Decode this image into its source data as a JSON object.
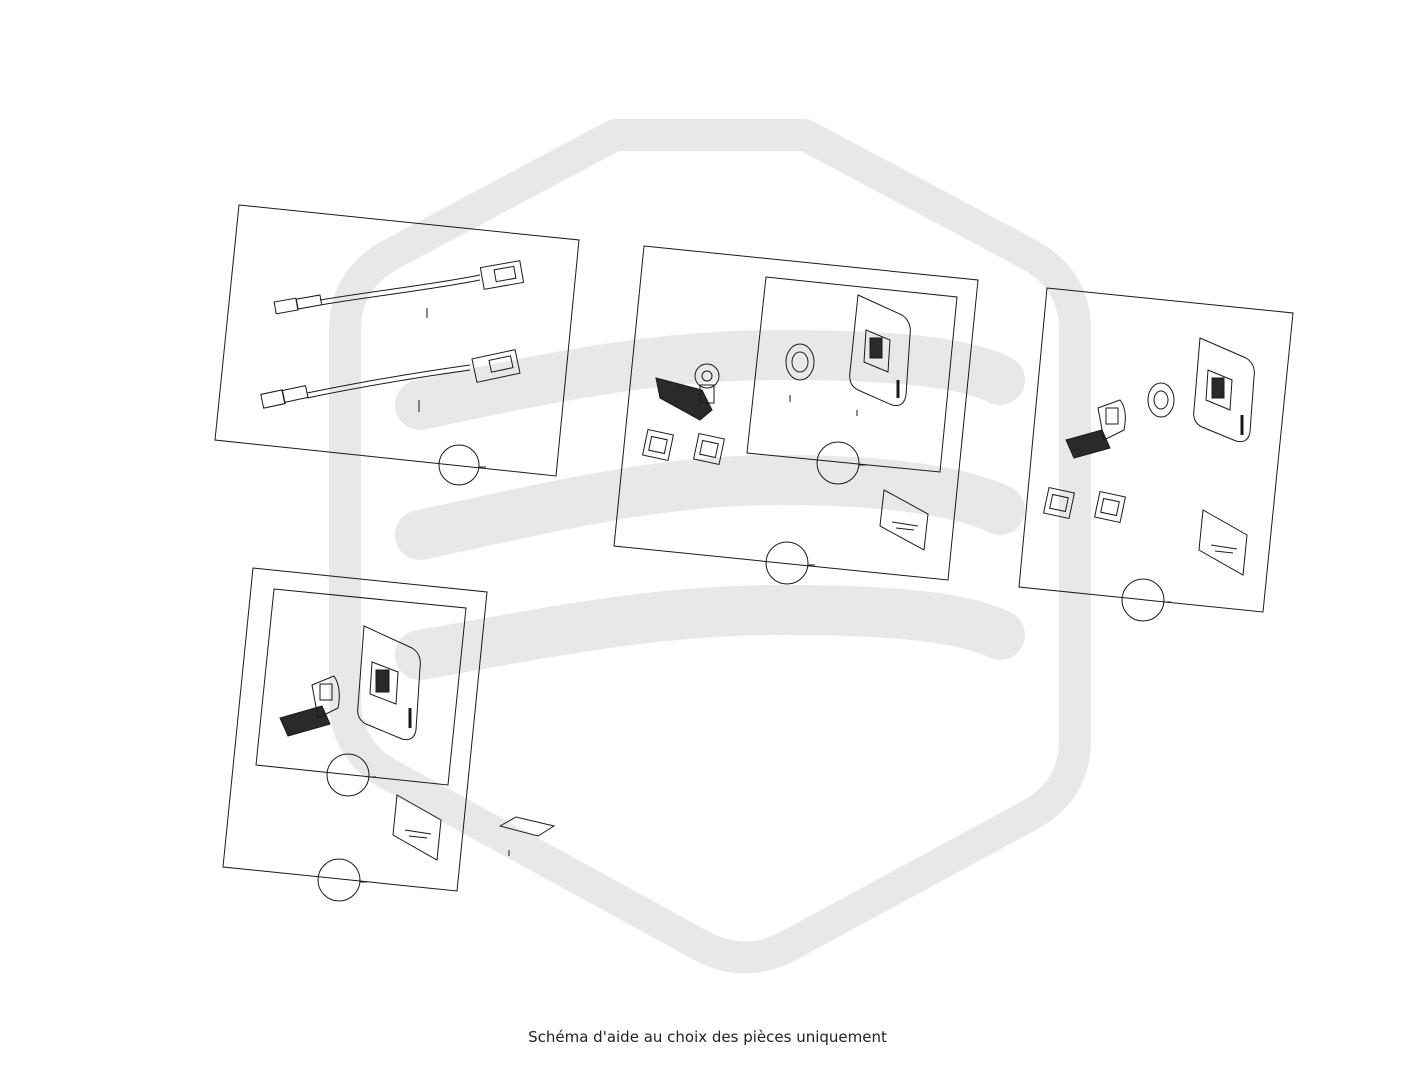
{
  "caption": "Schéma d'aide au choix des pièces uniquement",
  "colors": {
    "watermark": "#e8e8e8",
    "line": "#1a1a1a",
    "background": "#ffffff"
  },
  "watermark": {
    "icon": "hexagon-waves-logo-icon"
  },
  "groups": [
    {
      "name": "usb-cables-kit",
      "parts": [
        "usb-cable-icon",
        "usb-cable-icon"
      ]
    },
    {
      "name": "car-mount-kit",
      "parts": [
        "car-charger-clamp-icon",
        "gps-mount-pad-icon",
        "mount-bracket-icon",
        "clip-icon",
        "clip-icon",
        "screen-protector-icon"
      ]
    },
    {
      "name": "mount-set-with-pad",
      "parts": [
        "hinge-mount-icon",
        "gps-mount-pad-icon",
        "mount-bracket-icon",
        "clip-icon",
        "clip-icon",
        "screen-protector-icon"
      ]
    },
    {
      "name": "hinge-mount-kit",
      "parts": [
        "hinge-mount-icon",
        "mount-bracket-icon",
        "screen-protector-icon"
      ]
    }
  ],
  "loose_parts": [
    "adhesive-pad-icon"
  ]
}
